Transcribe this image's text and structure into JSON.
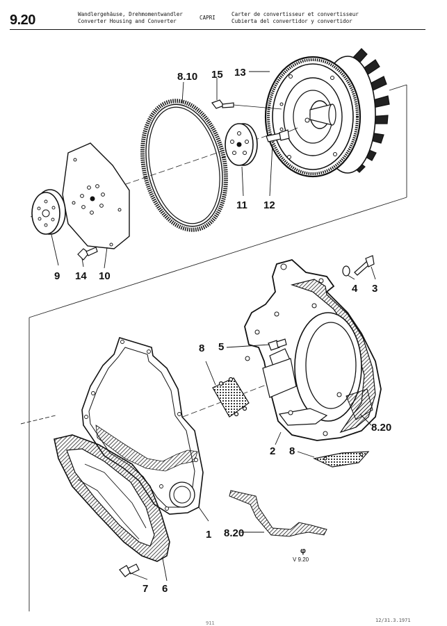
{
  "header": {
    "page_number": "9.20",
    "title_de": "Wandlergehäuse, Drehmomentwandler",
    "title_en": "Converter Housing and Converter",
    "model": "CAPRI",
    "title_fr": "Carter de convertisseur et convertisseur",
    "title_es": "Cubierta del convertidor y convertidor"
  },
  "callouts": {
    "c_8_10": "8.10",
    "c_15": "15",
    "c_13": "13",
    "c_11": "11",
    "c_12": "12",
    "c_9": "9",
    "c_14": "14",
    "c_10": "10",
    "c_4": "4",
    "c_3": "3",
    "c_5": "5",
    "c_8a": "8",
    "c_8_20a": "8.20",
    "c_2": "2",
    "c_8b": "8",
    "c_1": "1",
    "c_8_20b": "8.20",
    "c_7": "7",
    "c_6": "6"
  },
  "figure_ref": {
    "symbol": "φ",
    "code": "V 9.20"
  },
  "footer": {
    "stamp": "12/31.3.1971",
    "page": "911"
  }
}
